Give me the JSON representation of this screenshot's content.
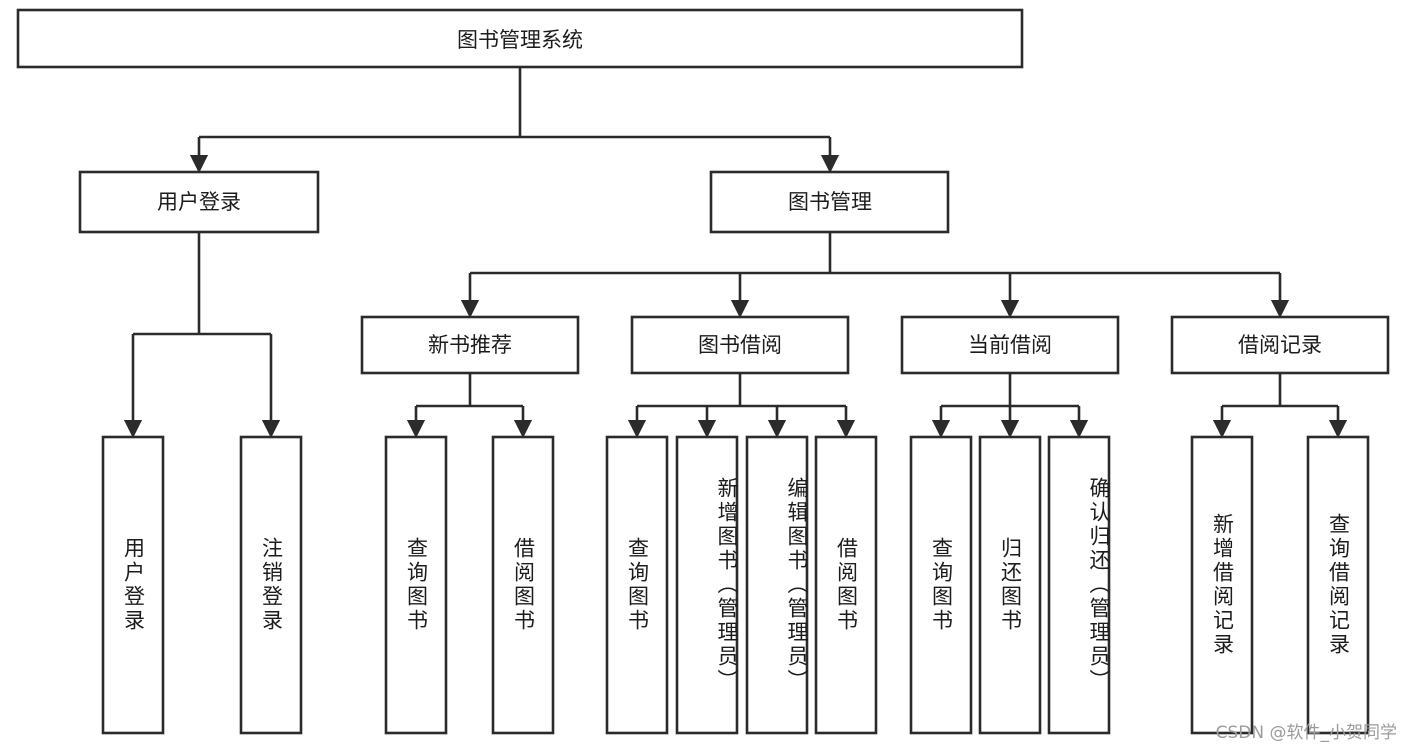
{
  "diagram": {
    "type": "hierarchy-tree",
    "title": "图书管理系统",
    "root": {
      "label": "图书管理系统"
    },
    "level2": [
      {
        "label": "用户登录"
      },
      {
        "label": "图书管理"
      }
    ],
    "level3": [
      {
        "label": "新书推荐"
      },
      {
        "label": "图书借阅"
      },
      {
        "label": "当前借阅"
      },
      {
        "label": "借阅记录"
      }
    ],
    "leaves": {
      "user_login": [
        {
          "label": "用户登录"
        },
        {
          "label": "注销登录"
        }
      ],
      "new_book_recommend": [
        {
          "label": "查询图书"
        },
        {
          "label": "借阅图书"
        }
      ],
      "book_borrow": [
        {
          "label": "查询图书"
        },
        {
          "label": "新增图书（管理员）"
        },
        {
          "label": "编辑图书（管理员）"
        },
        {
          "label": "借阅图书"
        }
      ],
      "current_borrow": [
        {
          "label": "查询图书"
        },
        {
          "label": "归还图书"
        },
        {
          "label": "确认归还（管理员）"
        }
      ],
      "borrow_record": [
        {
          "label": "新增借阅记录"
        },
        {
          "label": "查询借阅记录"
        }
      ]
    }
  },
  "watermark": {
    "text": "CSDN @软件_小贺同学"
  },
  "colors": {
    "stroke": "#2b2b2b",
    "fill": "#ffffff",
    "text": "#1c1c1c",
    "watermark": "#9b9b9b"
  }
}
